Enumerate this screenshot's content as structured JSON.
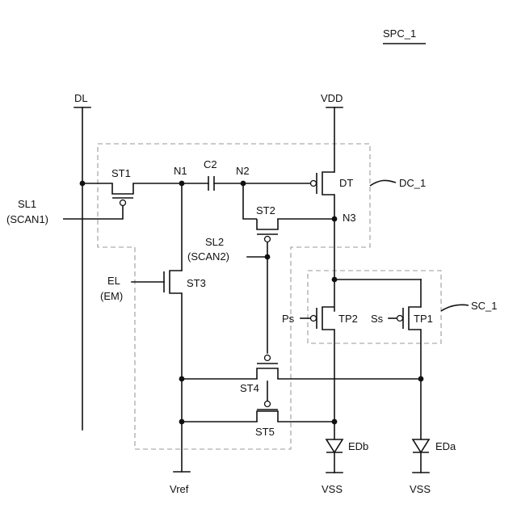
{
  "figure_id": "SPC_1",
  "blocks": {
    "driver_circuit": "DC_1",
    "sensing_circuit": "SC_1"
  },
  "lines": {
    "data_line": "DL",
    "supply_high": "VDD",
    "supply_low_b": "VSS",
    "supply_low_a": "VSS",
    "reference": "Vref"
  },
  "signals": {
    "scan1": {
      "name": "SL1",
      "sub": "(SCAN1)"
    },
    "scan2": {
      "name": "SL2",
      "sub": "(SCAN2)"
    },
    "emission": {
      "name": "EL",
      "sub": "(EM)"
    },
    "ps": "Ps",
    "ss": "Ss"
  },
  "nodes": {
    "n1": "N1",
    "n2": "N2",
    "n3": "N3"
  },
  "components": {
    "st1": "ST1",
    "st2": "ST2",
    "st3": "ST3",
    "st4": "ST4",
    "st5": "ST5",
    "dt": "DT",
    "tp1": "TP1",
    "tp2": "TP2",
    "c2": "C2",
    "edb": "EDb",
    "eda": "EDa"
  }
}
